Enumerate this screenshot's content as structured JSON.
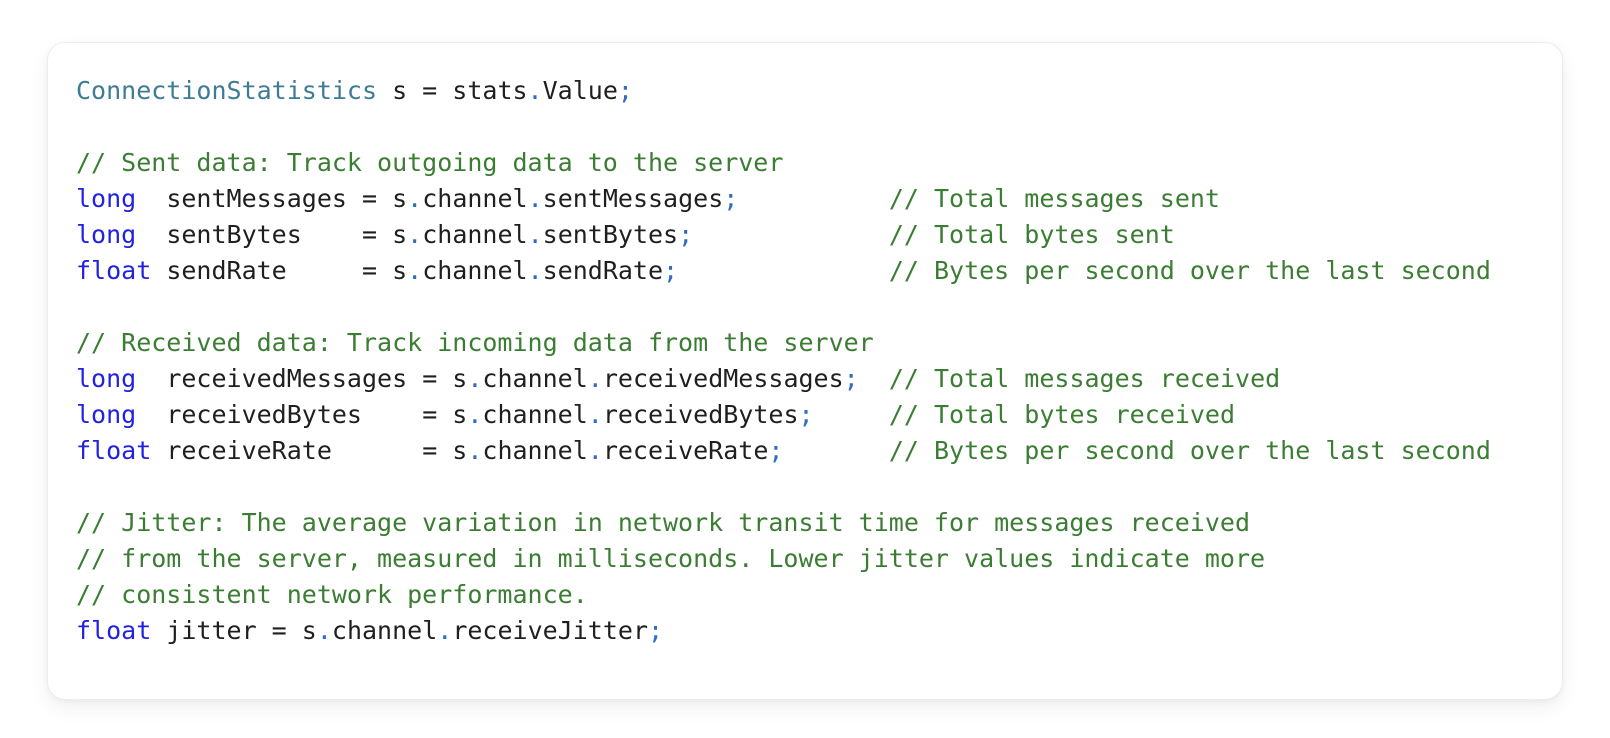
{
  "theme": {
    "page_background": "#ffffff",
    "card_background": "#ffffff",
    "card_border": "#ececec",
    "text_plain": "#1f1f1f",
    "keyword_blue": "#2222e1",
    "type_teal": "#3e7b94",
    "punctuation_blue": "#2e6bc4",
    "comment_green": "#3b7d33"
  },
  "code": {
    "language": "csharp-like",
    "lines": [
      [
        [
          "type",
          "ConnectionStatistics"
        ],
        [
          "plain",
          " s = stats"
        ],
        [
          "punct",
          "."
        ],
        [
          "plain",
          "Value"
        ],
        [
          "punct",
          ";"
        ]
      ],
      [],
      [
        [
          "comment",
          "// Sent data: Track outgoing data to the server"
        ]
      ],
      [
        [
          "keyword",
          "long"
        ],
        [
          "plain",
          "  sentMessages = s"
        ],
        [
          "punct",
          "."
        ],
        [
          "plain",
          "channel"
        ],
        [
          "punct",
          "."
        ],
        [
          "plain",
          "sentMessages"
        ],
        [
          "punct",
          ";"
        ],
        [
          "plain",
          "          "
        ],
        [
          "comment",
          "// Total messages sent"
        ]
      ],
      [
        [
          "keyword",
          "long"
        ],
        [
          "plain",
          "  sentBytes    = s"
        ],
        [
          "punct",
          "."
        ],
        [
          "plain",
          "channel"
        ],
        [
          "punct",
          "."
        ],
        [
          "plain",
          "sentBytes"
        ],
        [
          "punct",
          ";"
        ],
        [
          "plain",
          "             "
        ],
        [
          "comment",
          "// Total bytes sent"
        ]
      ],
      [
        [
          "keyword",
          "float"
        ],
        [
          "plain",
          " sendRate     = s"
        ],
        [
          "punct",
          "."
        ],
        [
          "plain",
          "channel"
        ],
        [
          "punct",
          "."
        ],
        [
          "plain",
          "sendRate"
        ],
        [
          "punct",
          ";"
        ],
        [
          "plain",
          "              "
        ],
        [
          "comment",
          "// Bytes per second over the last second"
        ]
      ],
      [],
      [
        [
          "comment",
          "// Received data: Track incoming data from the server"
        ]
      ],
      [
        [
          "keyword",
          "long"
        ],
        [
          "plain",
          "  receivedMessages = s"
        ],
        [
          "punct",
          "."
        ],
        [
          "plain",
          "channel"
        ],
        [
          "punct",
          "."
        ],
        [
          "plain",
          "receivedMessages"
        ],
        [
          "punct",
          ";"
        ],
        [
          "plain",
          "  "
        ],
        [
          "comment",
          "// Total messages received"
        ]
      ],
      [
        [
          "keyword",
          "long"
        ],
        [
          "plain",
          "  receivedBytes    = s"
        ],
        [
          "punct",
          "."
        ],
        [
          "plain",
          "channel"
        ],
        [
          "punct",
          "."
        ],
        [
          "plain",
          "receivedBytes"
        ],
        [
          "punct",
          ";"
        ],
        [
          "plain",
          "     "
        ],
        [
          "comment",
          "// Total bytes received"
        ]
      ],
      [
        [
          "keyword",
          "float"
        ],
        [
          "plain",
          " receiveRate      = s"
        ],
        [
          "punct",
          "."
        ],
        [
          "plain",
          "channel"
        ],
        [
          "punct",
          "."
        ],
        [
          "plain",
          "receiveRate"
        ],
        [
          "punct",
          ";"
        ],
        [
          "plain",
          "       "
        ],
        [
          "comment",
          "// Bytes per second over the last second"
        ]
      ],
      [],
      [
        [
          "comment",
          "// Jitter: The average variation in network transit time for messages received"
        ]
      ],
      [
        [
          "comment",
          "// from the server, measured in milliseconds. Lower jitter values indicate more"
        ]
      ],
      [
        [
          "comment",
          "// consistent network performance."
        ]
      ],
      [
        [
          "keyword",
          "float"
        ],
        [
          "plain",
          " jitter = s"
        ],
        [
          "punct",
          "."
        ],
        [
          "plain",
          "channel"
        ],
        [
          "punct",
          "."
        ],
        [
          "plain",
          "receiveJitter"
        ],
        [
          "punct",
          ";"
        ]
      ]
    ]
  }
}
